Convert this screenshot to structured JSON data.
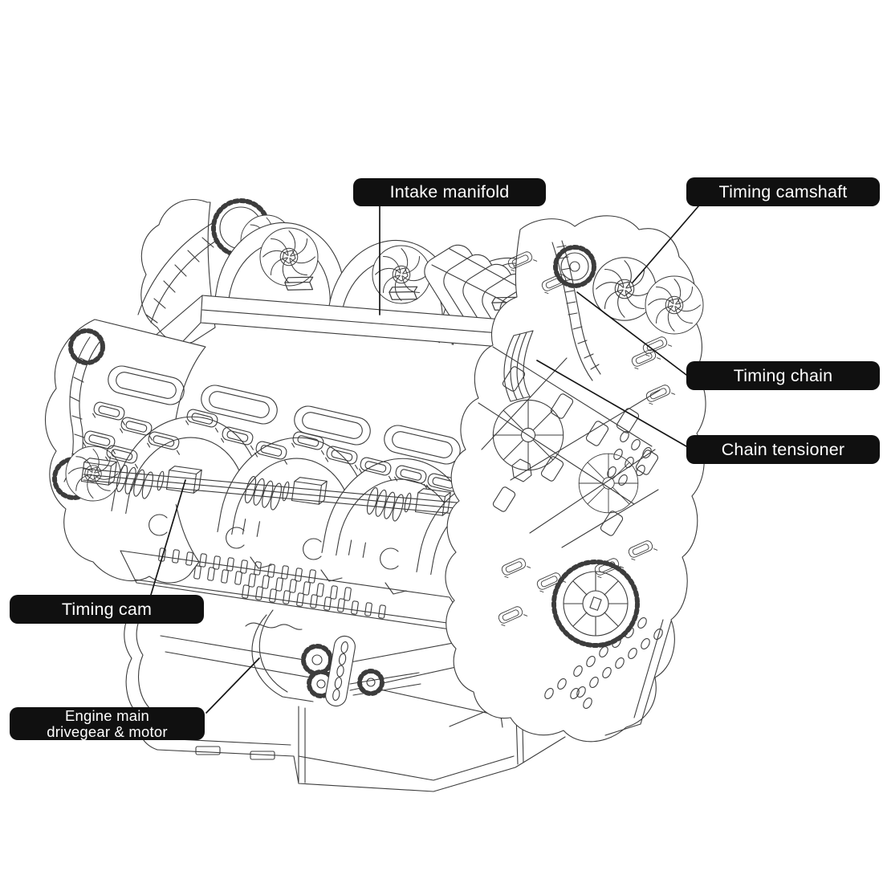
{
  "diagram": {
    "subject": "V8 engine model wireframe diagram",
    "colors": {
      "background": "#ffffff",
      "line_art": "#3c3c3c",
      "leader_line": "#161616",
      "label_background": "#101010",
      "label_text": "#ffffff"
    }
  },
  "callouts": {
    "intake_manifold": {
      "label": "Intake manifold"
    },
    "timing_camshaft": {
      "label": "Timing camshaft"
    },
    "timing_chain": {
      "label": "Timing chain"
    },
    "chain_tensioner": {
      "label": "Chain tensioner"
    },
    "timing_cam": {
      "label": "Timing cam"
    },
    "engine_main": {
      "line1": "Engine main",
      "line2": "drivegear & motor"
    }
  }
}
